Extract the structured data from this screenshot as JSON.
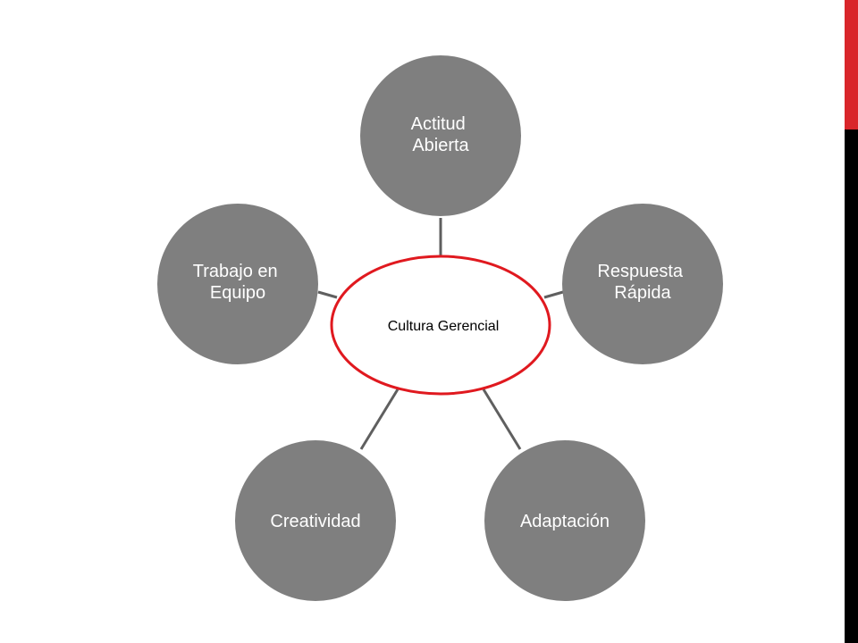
{
  "colors": {
    "node_fill": "#7f7f7f",
    "connector": "#5f5f5f",
    "center_stroke": "#e0191f",
    "center_fill": "#ffffff",
    "accent_red": "#d9262b",
    "accent_black": "#000000"
  },
  "diagram": {
    "center": {
      "label": "Cultura Gerencial"
    },
    "nodes": [
      {
        "id": "actitud-abierta",
        "lines": [
          "Actitud",
          "Abierta"
        ]
      },
      {
        "id": "respuesta-rapida",
        "lines": [
          "Respuesta",
          "Rápida"
        ]
      },
      {
        "id": "adaptacion",
        "lines": [
          "Adaptación"
        ]
      },
      {
        "id": "creatividad",
        "lines": [
          "Creatividad"
        ]
      },
      {
        "id": "trabajo-en-equipo",
        "lines": [
          "Trabajo en",
          "Equipo"
        ]
      }
    ]
  }
}
